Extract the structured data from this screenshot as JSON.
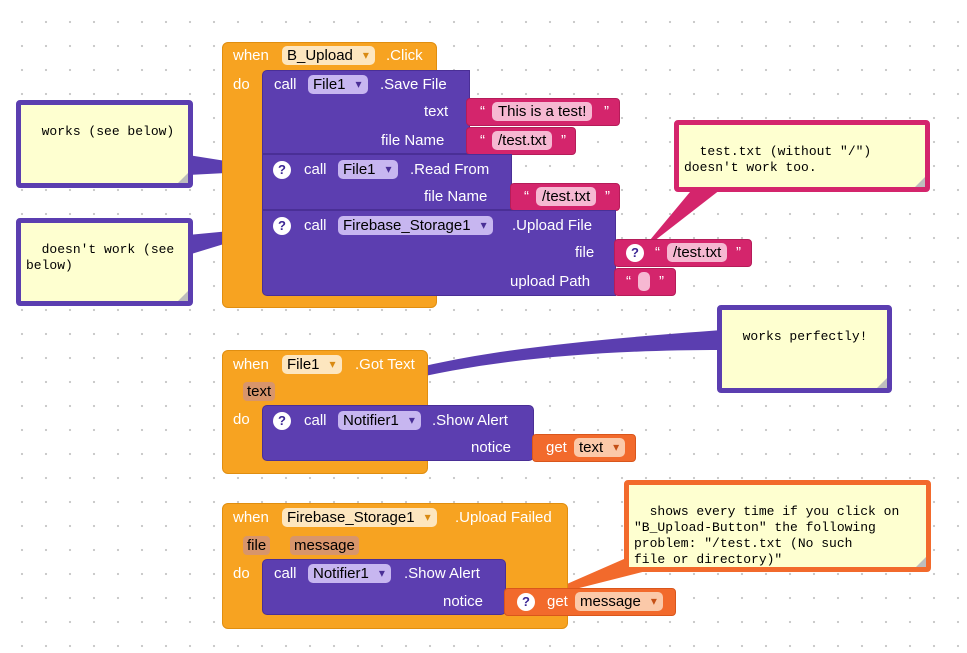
{
  "event1": {
    "when": "when",
    "component": "B_Upload",
    "event": ".Click",
    "do": "do",
    "save_call": "call",
    "save_component": "File1",
    "save_method": ".Save File",
    "text_label": "text",
    "text_value": "This is a test!",
    "filename_label": "file Name",
    "filename_value": "/test.txt",
    "read_call": "call",
    "read_component": "File1",
    "read_method": ".Read From",
    "read_filename_label": "file Name",
    "read_filename_value": "/test.txt",
    "upload_call": "call",
    "upload_component": "Firebase_Storage1",
    "upload_method": ".Upload File",
    "file_label": "file",
    "file_value": "/test.txt",
    "uploadpath_label": "upload Path",
    "uploadpath_value": ""
  },
  "event2": {
    "when": "when",
    "component": "File1",
    "event": ".Got Text",
    "param": "text",
    "do": "do",
    "call": "call",
    "call_component": "Notifier1",
    "call_method": ".Show Alert",
    "notice_label": "notice",
    "get": "get",
    "get_var": "text"
  },
  "event3": {
    "when": "when",
    "component": "Firebase_Storage1",
    "event": ".Upload Failed",
    "param1": "file",
    "param2": "message",
    "do": "do",
    "call": "call",
    "call_component": "Notifier1",
    "call_method": ".Show Alert",
    "notice_label": "notice",
    "get": "get",
    "get_var": "message"
  },
  "comments": {
    "works_below": "works (see below)",
    "doesnt_work": "doesn't work (see\nbelow)",
    "test_txt": "test.txt (without \"/\")\ndoesn't work too.",
    "works_perfectly": "works perfectly!",
    "shows_every": "shows every time if you click on\n\"B_Upload-Button\" the following\nproblem: \"/test.txt (No such\nfile or directory)\""
  },
  "quote_open": "“",
  "quote_close": "”",
  "question_mark": "?",
  "colors": {
    "event_orange": "#f7a321",
    "procedure_purple": "#5c3eb0",
    "text_magenta": "#d4256c",
    "variable_orange": "#f26a2c",
    "comment_bg": "#feffd0"
  }
}
